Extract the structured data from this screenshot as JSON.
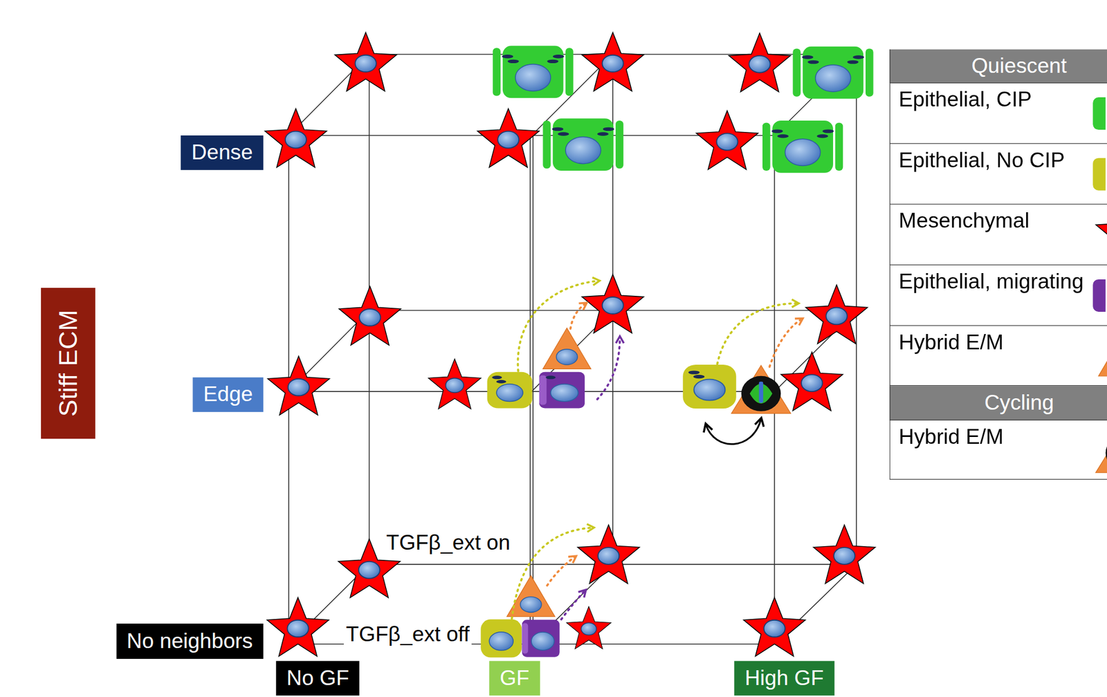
{
  "diagram": {
    "nodes": [
      {
        "text": [
          "Stiff ECM"
        ]
      },
      {
        "text": [
          "Dense"
        ]
      },
      {
        "text": [
          "Edge"
        ]
      },
      {
        "text": [
          "No neighbors"
        ]
      },
      {
        "text": [
          "No GF"
        ]
      },
      {
        "text": [
          "GF"
        ]
      },
      {
        "text": [
          "High GF"
        ]
      },
      {
        "text": [
          "Quiescent"
        ]
      },
      {
        "text": [
          "Cycling"
        ]
      }
    ],
    "labels": [
      "TGFβ_ext on",
      "TGFβ_ext off"
    ],
    "legend": [
      {
        "text": "Epithelial, CIP",
        "color": "#33cc33"
      },
      {
        "text": "Epithelial, No CIP",
        "color": "#c8c820"
      },
      {
        "text": "Mesenchymal"
      },
      {
        "text": "Epithelial, migrating",
        "color": "#7030a0"
      },
      {
        "text": "Hybrid E/M"
      },
      {
        "text": "Hybrid E/M"
      }
    ]
  }
}
